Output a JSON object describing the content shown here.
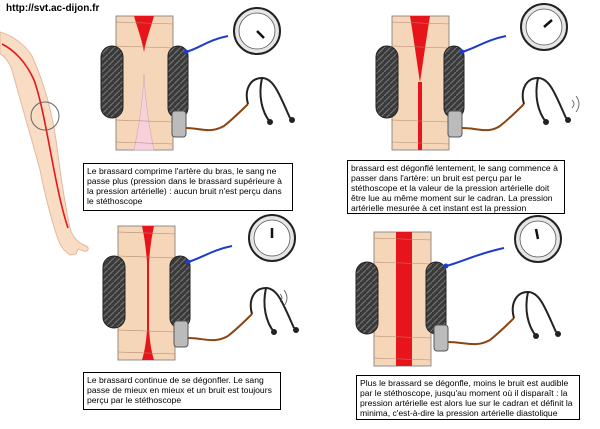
{
  "header": {
    "url": "http://svt.ac-dijon.fr"
  },
  "captions": {
    "step1": "Le brassard comprime l'artère du bras, le sang ne passe plus (pression dans le brassard supérieure à la pression artérielle) : aucun bruit n'est perçu dans le stéthoscope",
    "step2": "brassard est dégonflé lentement, le sang commence à passer dans l'artère: un bruit est perçu par le stéthoscope et la valeur de la pression artérielle doit être lue au même moment sur le cadran. La pression artérielle mesurée à cet instant est la pression artérielle maximale, dite systolique",
    "step3": "Le brassard continue de se dégonfler. Le sang passe de mieux en mieux et un bruit est toujours perçu par le stéthoscope",
    "step4": "Plus le brassard se dégonfle, moins le bruit est audible par le stéthoscope, jusqu'au moment où il disparaît : la pression artérielle est alors lue sur le cadran et définit la minima, c'est-à-dire la pression artérielle diastolique"
  },
  "colors": {
    "skin": "#f6d6b8",
    "artery": "#e8141b",
    "cuff": "#3c3c3c",
    "tube_blue": "#1e3cc8",
    "tube_brown": "#8b4513",
    "pink": "#f7d0dc"
  }
}
